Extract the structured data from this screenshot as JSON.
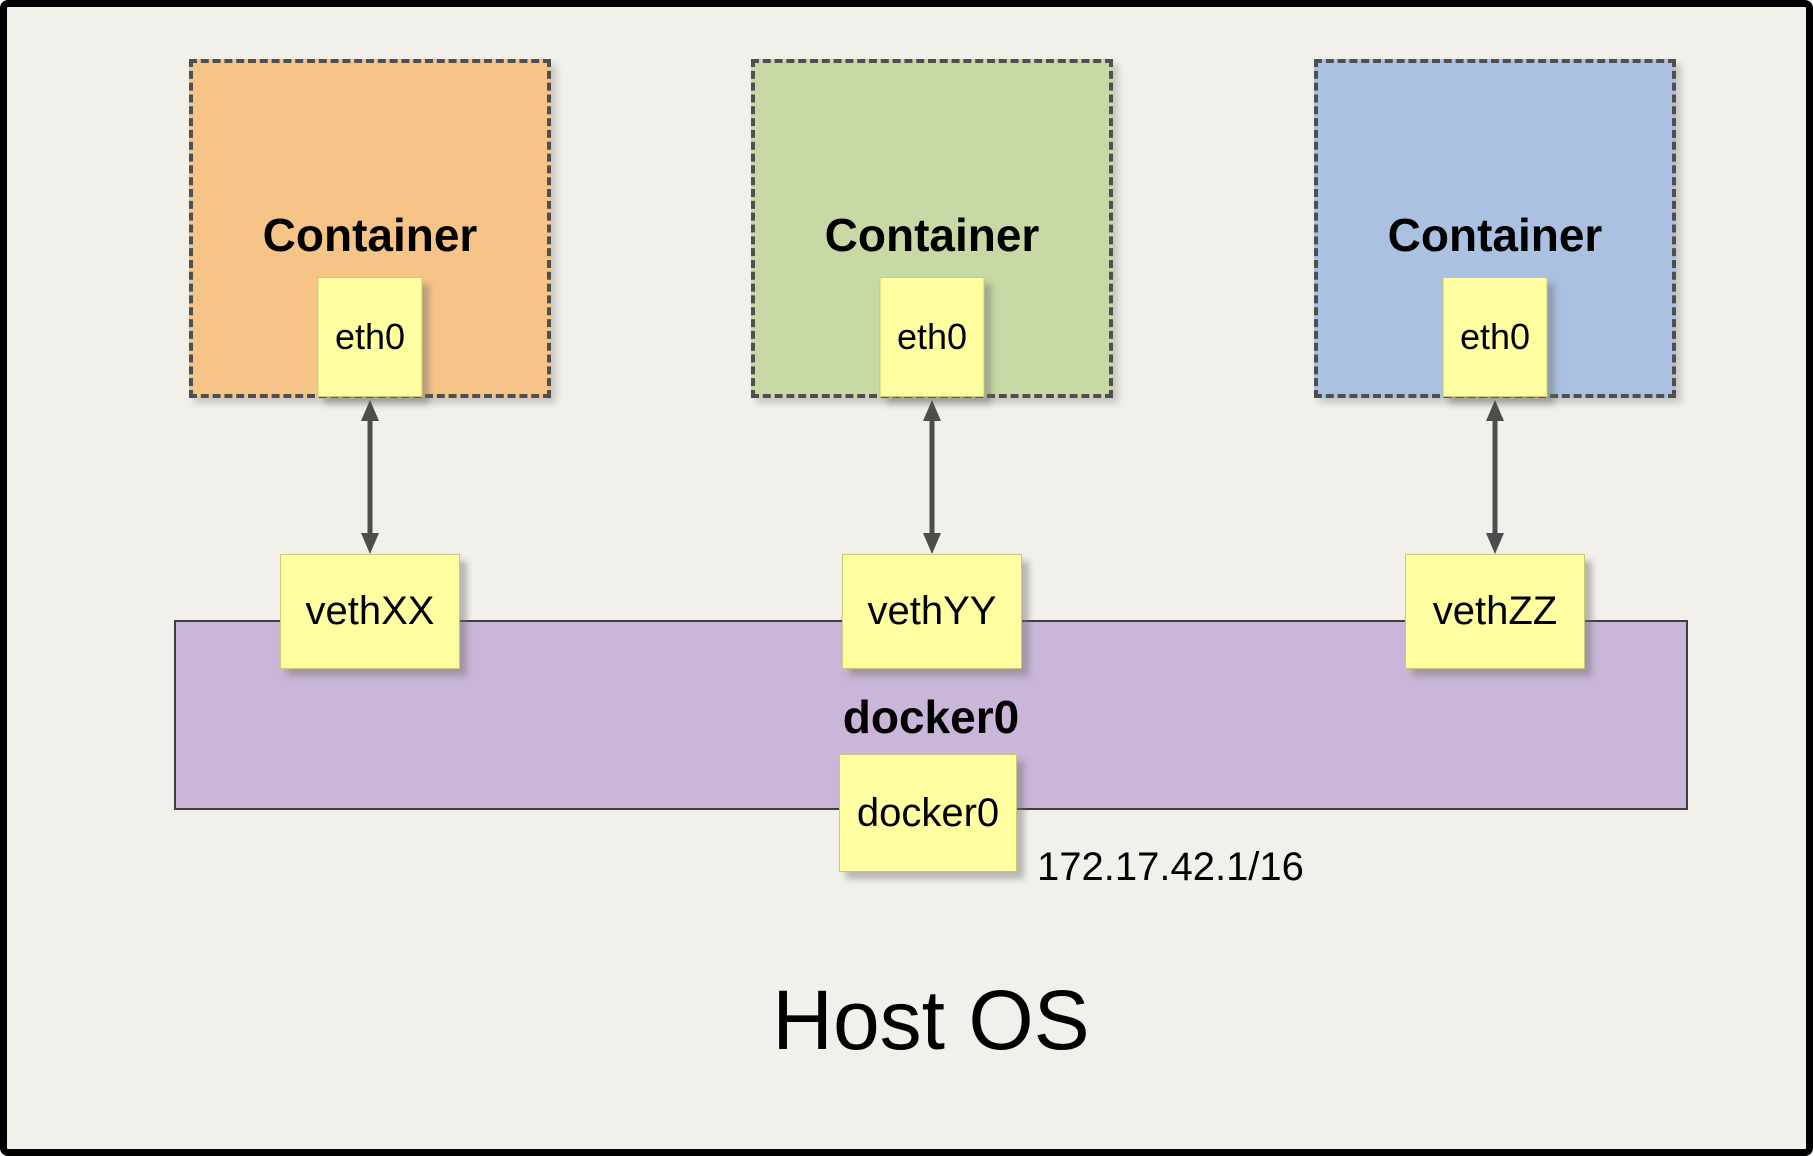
{
  "diagram": {
    "title": "Host OS",
    "containers": [
      {
        "label": "Container",
        "interface": "eth0",
        "veth": "vethXX",
        "color": "#f7c488"
      },
      {
        "label": "Container",
        "interface": "eth0",
        "veth": "vethYY",
        "color": "#c9d9a5"
      },
      {
        "label": "Container",
        "interface": "eth0",
        "veth": "vethZZ",
        "color": "#abc1e1"
      }
    ],
    "bridge": {
      "label": "docker0",
      "interface_label": "docker0",
      "ip": "172.17.42.1/16",
      "color": "#c9b6d9"
    },
    "colors": {
      "background": "#f2f0eb",
      "note_yellow": "#ffffa1",
      "dashed_border": "#4f4f4f",
      "arrow": "#4d4d4d",
      "frame": "#000000"
    }
  }
}
